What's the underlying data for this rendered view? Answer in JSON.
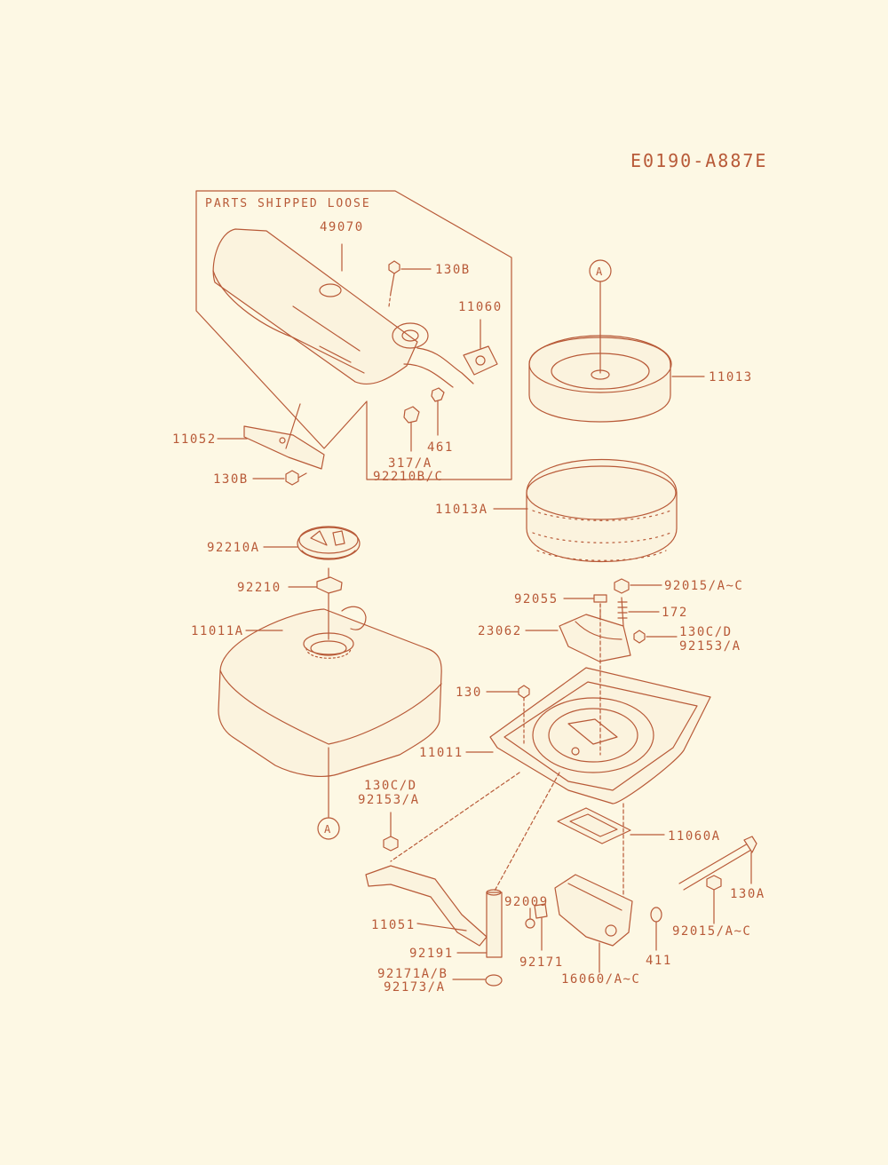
{
  "diagram_code": "E0190-A887E",
  "shipped_loose_label": "PARTS SHIPPED LOOSE",
  "ref_marker": "A",
  "colors": {
    "ink": "#b85a38",
    "paper": "#fdf8e4",
    "fill": "#fbf3de"
  },
  "parts": {
    "p49070": "49070",
    "p130B_top": "130B",
    "p11060": "11060",
    "p11013": "11013",
    "p11052": "11052",
    "p130B_bottom": "130B",
    "p461": "461",
    "p317A": "317/A",
    "p92210BC": "92210B/C",
    "p11013A": "11013A",
    "p92210A": "92210A",
    "p92210": "92210",
    "p92055": "92055",
    "p92015AC_top": "92015/A~C",
    "p172": "172",
    "p23062": "23062",
    "p130CD_right": "130C/D",
    "p92153A_right": "92153/A",
    "p11011A": "11011A",
    "p130": "130",
    "p11011": "11011",
    "p130CD_left": "130C/D",
    "p92153A_left": "92153/A",
    "p11060A": "11060A",
    "p130A": "130A",
    "p92009": "92009",
    "p11051": "11051",
    "p92191": "92191",
    "p92171": "92171",
    "p411": "411",
    "p92015AC_bottom": "92015/A~C",
    "p16060AC": "16060/A~C",
    "p92171AB": "92171A/B",
    "p92173A": "92173/A"
  }
}
